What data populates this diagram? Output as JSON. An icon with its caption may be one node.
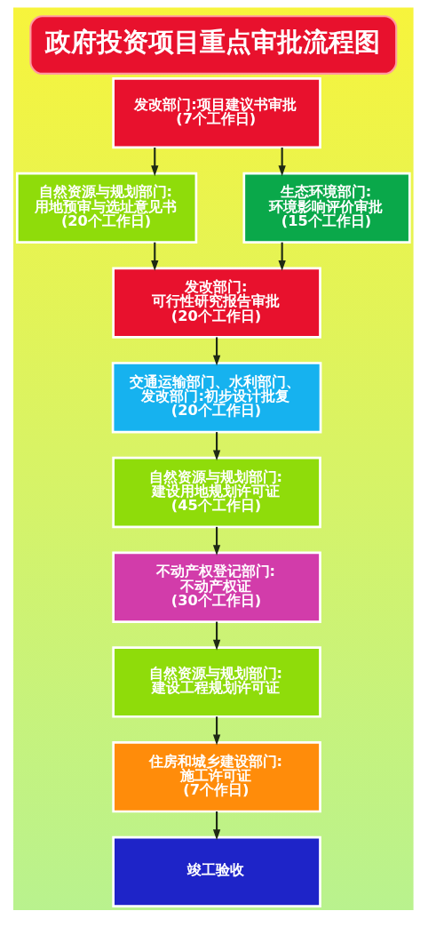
{
  "diagram": {
    "title": "政府投资项目重点审批流程图",
    "nodes": [
      {
        "text": [
          "发改部门:项目建议书审批",
          "(7个工作日)"
        ]
      },
      {
        "text": [
          "自然资源与规划部门:",
          "用地预审与选址意见书",
          "(20个工作日)"
        ]
      },
      {
        "text": [
          "生态环境部门:",
          "环境影响评价审批",
          "(15个工作日)"
        ]
      },
      {
        "text": [
          "发改部门:",
          "可行性研究报告审批",
          "(20个工作日)"
        ]
      },
      {
        "text": [
          "交通运输部门、水利部门、发改部门:初步设计批复",
          "(20个工作日)"
        ]
      },
      {
        "text": [
          "自然资源与规划部门:",
          "建设用地规划许可证",
          "(45个工作日)"
        ]
      },
      {
        "text": [
          "不动产权登记部门:",
          "不动产权证",
          "(30个工作日)"
        ]
      },
      {
        "text": [
          "自然资源与规划部门:",
          "建设工程规划许可证"
        ]
      },
      {
        "text": [
          "住房和城乡建设部门:",
          "施工许可证",
          "(7个作日)"
        ]
      },
      {
        "text": [
          "竣工验收"
        ]
      }
    ],
    "edges": [
      {
        "from": 0,
        "to": 1,
        "arrow": "to"
      },
      {
        "from": 0,
        "to": 2,
        "arrow": "to"
      },
      {
        "from": 1,
        "to": 3,
        "arrow": "to"
      },
      {
        "from": 2,
        "to": 3,
        "arrow": "to"
      },
      {
        "from": 3,
        "to": 4,
        "arrow": "to"
      },
      {
        "from": 4,
        "to": 5,
        "arrow": "to"
      },
      {
        "from": 5,
        "to": 6,
        "arrow": "to"
      },
      {
        "from": 6,
        "to": 7,
        "arrow": "to"
      },
      {
        "from": 7,
        "to": 8,
        "arrow": "to"
      },
      {
        "from": 8,
        "to": 9,
        "arrow": "to"
      }
    ]
  }
}
